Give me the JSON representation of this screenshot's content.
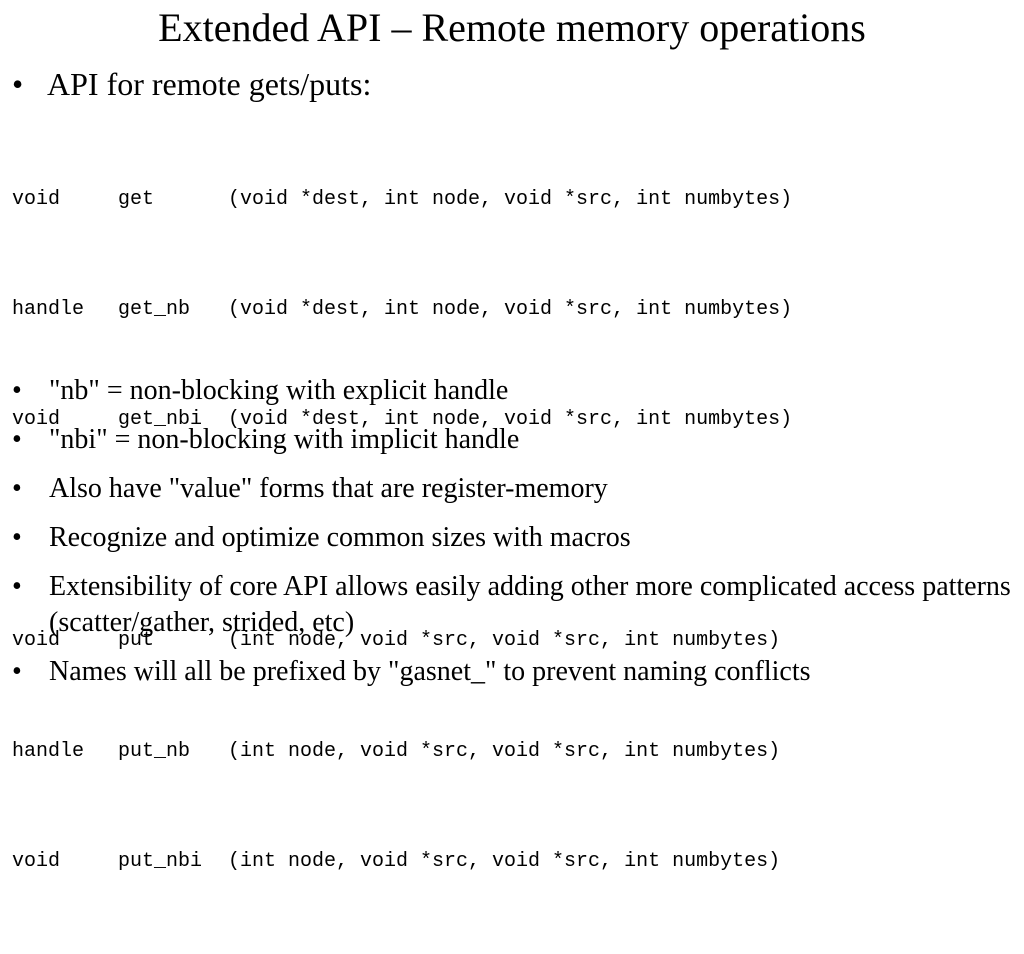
{
  "slide": {
    "title": "Extended API – Remote memory operations",
    "lead_bullet": "API for remote gets/puts:",
    "bullet_glyph": "•",
    "code_lines": [
      {
        "type": "void",
        "name": "get",
        "args": "(void *dest, int node, void *src, int numbytes)"
      },
      {
        "type": "handle",
        "name": "get_nb",
        "args": "(void *dest, int node, void *src, int numbytes)"
      },
      {
        "type": "void",
        "name": "get_nbi",
        "args": "(void *dest, int node, void *src, int numbytes)"
      },
      {
        "type": "",
        "name": "",
        "args": ""
      },
      {
        "type": "void",
        "name": "put",
        "args": "(int node, void *src, void *src, int numbytes)"
      },
      {
        "type": "handle",
        "name": "put_nb",
        "args": "(int node, void *src, void *src, int numbytes)"
      },
      {
        "type": "void",
        "name": "put_nbi",
        "args": "(int node, void *src, void *src, int numbytes)"
      }
    ],
    "bullets": [
      "\"nb\" = non-blocking with explicit handle",
      "\"nbi\" = non-blocking with implicit handle",
      "Also have \"value\" forms that are register-memory",
      "Recognize and optimize common sizes with macros",
      "Extensibility of core API allows easily adding other more complicated access patterns (scatter/gather, strided, etc)",
      "Names will all be prefixed by \"gasnet_\" to prevent naming conflicts"
    ]
  }
}
